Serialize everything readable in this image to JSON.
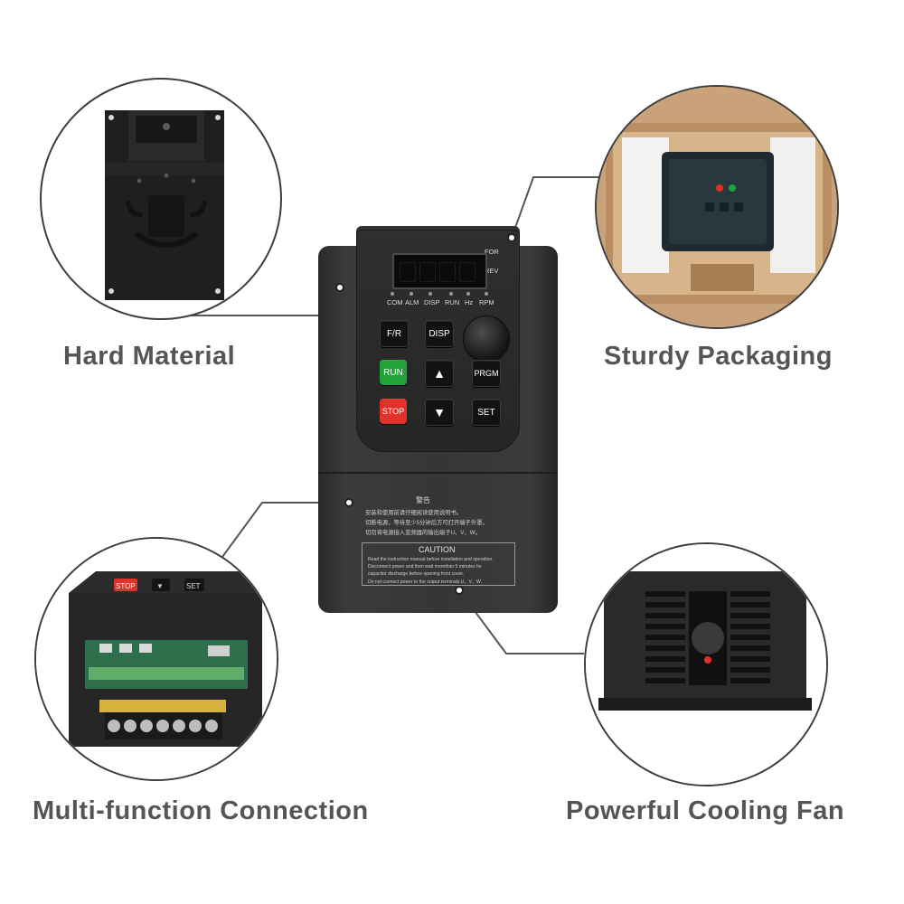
{
  "features": {
    "top_left": "Hard Material",
    "top_right": "Sturdy Packaging",
    "bottom_left": "Multi-function Connection",
    "bottom_right": "Powerful Cooling Fan"
  },
  "panel": {
    "status_for": "FOR",
    "status_rev": "REV",
    "indicators": [
      "COM",
      "ALM",
      "DISP",
      "RUN",
      "Hz",
      "RPM"
    ],
    "keys": {
      "fr": "F/R",
      "disp": "DISP",
      "run": "RUN",
      "up": "▲",
      "prgm": "PRGM",
      "stop": "STOP",
      "down": "▼",
      "set": "SET"
    }
  },
  "warning": {
    "title": "警告",
    "lines": [
      "安装和使用前请仔细阅读使用说明书。",
      "切断电源，等待至少5分钟后方可打开端子外罩。",
      "切勿将电源接入变频器的输出端子U、V、W。"
    ]
  },
  "caution": {
    "title": "CAUTION",
    "lines": [
      "Read the instruction manual before installation and operation.",
      "Disconnect power and then wait morethan 5 minutes for",
      "capacitor discharge before opening front cover.",
      "Do not connect power to the output terminals U、V、W."
    ]
  },
  "detail_keys": {
    "stop": "STOP",
    "set": "SET"
  },
  "colors": {
    "label_text": "#555555",
    "circle_border": "#3d3d3d",
    "run_key": "#22a33a",
    "stop_key": "#e0312b",
    "housing": "#363636"
  }
}
